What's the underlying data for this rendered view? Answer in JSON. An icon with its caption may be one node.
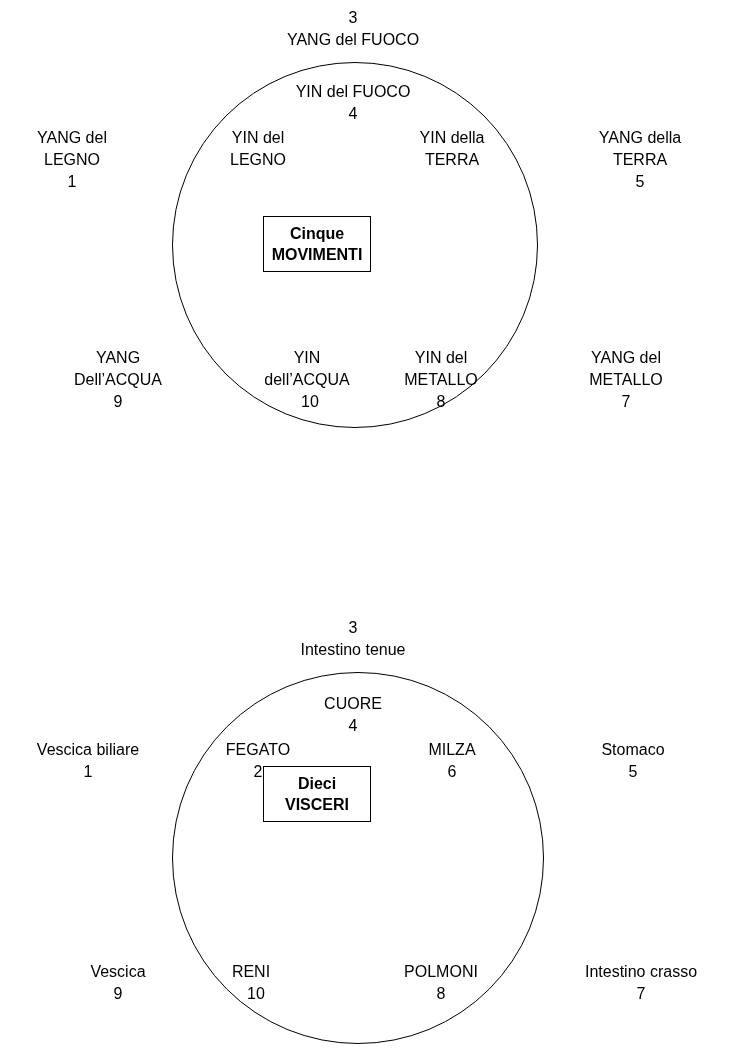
{
  "diagram": {
    "nodes": [
      {
        "text": [],
        "shape": "circle"
      },
      {
        "text": [
          "Cinque MOVIMENTI"
        ],
        "in": 0
      },
      {
        "text": [],
        "shape": "circle"
      },
      {
        "text": [
          "Dieci VISCERI"
        ],
        "in": 2
      }
    ],
    "edges": [],
    "labels": [
      "3",
      "YANG del FUOCO",
      "YIN del FUOCO",
      "4",
      "YANG del LEGNO",
      "1",
      "YIN del LEGNO",
      "YIN della TERRA",
      "YANG della TERRA",
      "5",
      "YANG Dell’ACQUA",
      "9",
      "YIN dell’ACQUA",
      "10",
      "YIN del METALLO",
      "8",
      "YANG del METALLO",
      "7",
      "3",
      "Intestino tenue",
      "CUORE",
      "4",
      "Vescica biliare",
      "1",
      "FEGATO",
      "2",
      "MILZA",
      "6",
      "Stomaco",
      "5",
      "Vescica",
      "9",
      "RENI",
      "10",
      "POLMONI",
      "8",
      "Intestino crasso",
      "7"
    ]
  }
}
